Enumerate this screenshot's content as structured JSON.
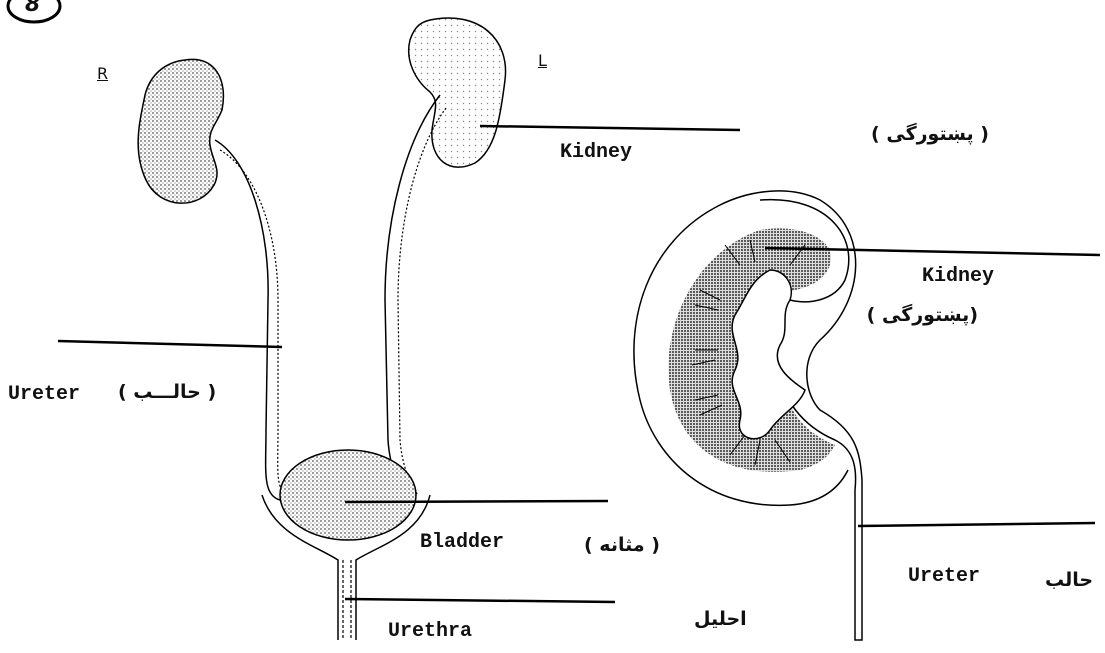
{
  "figure_number": "8",
  "side_markers": {
    "right": "R",
    "left": "L"
  },
  "labels": {
    "kidney_top_en": "Kidney",
    "kidney_top_fa": "( پښتورگی )",
    "kidney_section_en": "Kidney",
    "kidney_section_fa": "(پښتورگی )",
    "ureter_left_en": "Ureter",
    "ureter_left_fa": "( حالـــب )",
    "bladder_en": "Bladder",
    "bladder_fa": "( مثانه )",
    "urethra_en": "Urethra",
    "urethra_fa": "احلیل",
    "ureter_right_en": "Ureter",
    "ureter_right_fa": "حالب"
  }
}
